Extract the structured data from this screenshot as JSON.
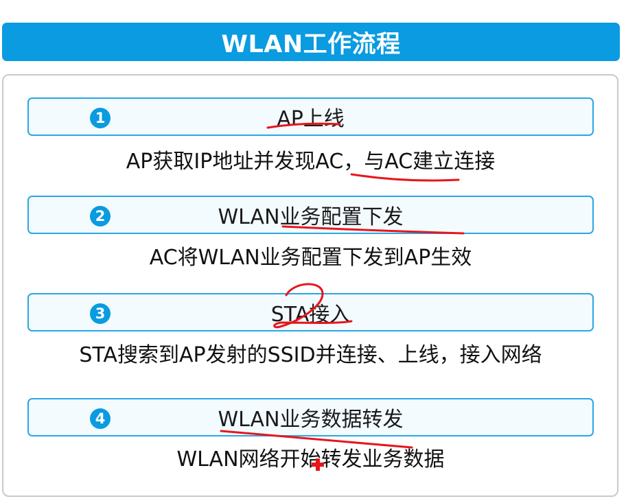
{
  "title": "WLAN工作流程",
  "steps": [
    {
      "number": "1",
      "title": "AP上线",
      "description": "AP获取IP地址并发现AC，与AC建立连接"
    },
    {
      "number": "2",
      "title": "WLAN业务配置下发",
      "description": "AC将WLAN业务配置下发到AP生效"
    },
    {
      "number": "3",
      "title": "STA接入",
      "description": "STA搜索到AP发射的SSID并连接、上线，接入网络"
    },
    {
      "number": "4",
      "title": "WLAN业务数据转发",
      "description": "WLAN网络开始转发业务数据"
    }
  ],
  "colors": {
    "accent": "#0a9be0",
    "box_border": "#2aa6e4",
    "annotation": "#e8151b"
  }
}
